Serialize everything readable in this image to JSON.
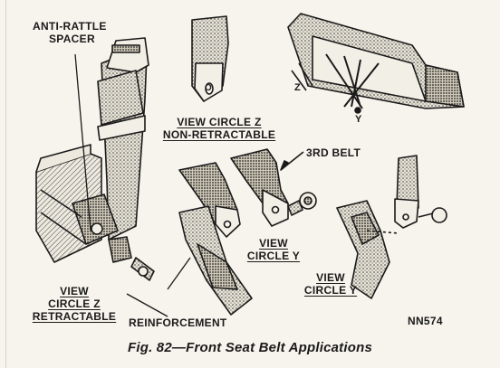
{
  "labels": {
    "anti_rattle_spacer_1": "ANTI-RATTLE",
    "anti_rattle_spacer_2": "SPACER",
    "view_z_nonret_1": "VIEW CIRCLE Z",
    "view_z_nonret_2": "NON-RETRACTABLE",
    "third_belt": "3RD BELT",
    "view_y_center_1": "VIEW",
    "view_y_center_2": "CIRCLE Y",
    "view_z_ret_1": "VIEW",
    "view_z_ret_2": "CIRCLE Z",
    "view_z_ret_3": "RETRACTABLE",
    "reinforcement": "REINFORCEMENT",
    "view_y_right_1": "VIEW",
    "view_y_right_2": "CIRCLE Y",
    "figure_number": "NN574",
    "circle_z_marker": "Z",
    "circle_y_marker": "Y",
    "circle_o_marker": "O"
  },
  "caption": "Fig. 82—Front Seat Belt Applications"
}
